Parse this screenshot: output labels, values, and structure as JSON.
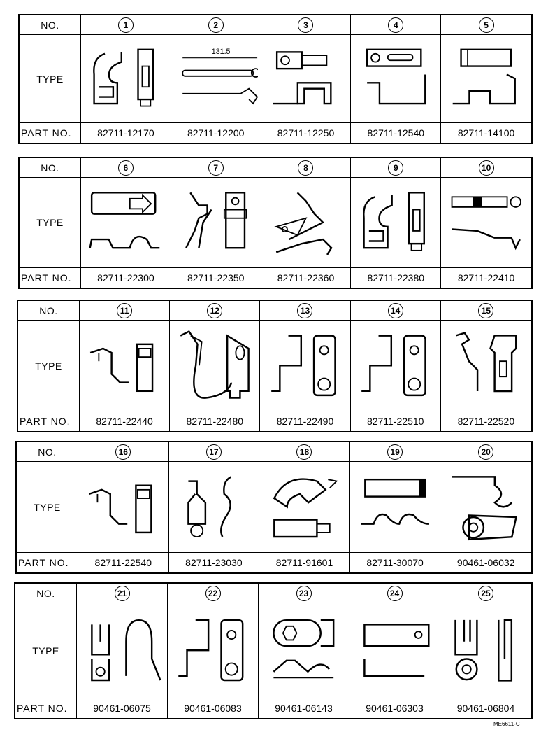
{
  "labels": {
    "no": "NO.",
    "type": "TYPE",
    "part": "PART NO."
  },
  "footer_code": "ME6611-C",
  "dimension_label": "131.5",
  "blocks": [
    {
      "items": [
        {
          "num": "1",
          "part": "82711-12170",
          "icon": "wire-clip-hook"
        },
        {
          "num": "2",
          "part": "82711-12200",
          "icon": "cable-tie"
        },
        {
          "num": "3",
          "part": "82711-12250",
          "icon": "bracket-clip"
        },
        {
          "num": "4",
          "part": "82711-12540",
          "icon": "slot-bracket"
        },
        {
          "num": "5",
          "part": "82711-14100",
          "icon": "edge-clip"
        }
      ]
    },
    {
      "items": [
        {
          "num": "6",
          "part": "82711-22300",
          "icon": "arrow-clip"
        },
        {
          "num": "7",
          "part": "82711-22350",
          "icon": "stand-clip"
        },
        {
          "num": "8",
          "part": "82711-22360",
          "icon": "angle-clip"
        },
        {
          "num": "9",
          "part": "82711-22380",
          "icon": "wire-clip-hook"
        },
        {
          "num": "10",
          "part": "82711-22410",
          "icon": "strip-clip"
        }
      ]
    },
    {
      "items": [
        {
          "num": "11",
          "part": "82711-22440",
          "icon": "small-clip"
        },
        {
          "num": "12",
          "part": "82711-22480",
          "icon": "j-hook-clip"
        },
        {
          "num": "13",
          "part": "82711-22490",
          "icon": "z-bracket"
        },
        {
          "num": "14",
          "part": "82711-22510",
          "icon": "z-bracket"
        },
        {
          "num": "15",
          "part": "82711-22520",
          "icon": "spring-clip"
        }
      ]
    },
    {
      "items": [
        {
          "num": "16",
          "part": "82711-22540",
          "icon": "small-clip"
        },
        {
          "num": "17",
          "part": "82711-23030",
          "icon": "eye-clip"
        },
        {
          "num": "18",
          "part": "82711-91601",
          "icon": "push-clip"
        },
        {
          "num": "19",
          "part": "82711-30070",
          "icon": "saddle-clip"
        },
        {
          "num": "20",
          "part": "90461-06032",
          "icon": "ring-clip"
        }
      ]
    },
    {
      "items": [
        {
          "num": "21",
          "part": "90461-06075",
          "icon": "u-hook-clip"
        },
        {
          "num": "22",
          "part": "90461-06083",
          "icon": "z-bracket"
        },
        {
          "num": "23",
          "part": "90461-06143",
          "icon": "hex-clip"
        },
        {
          "num": "24",
          "part": "90461-06303",
          "icon": "flat-bracket"
        },
        {
          "num": "25",
          "part": "90461-06804",
          "icon": "fork-ring-clip"
        }
      ]
    }
  ]
}
